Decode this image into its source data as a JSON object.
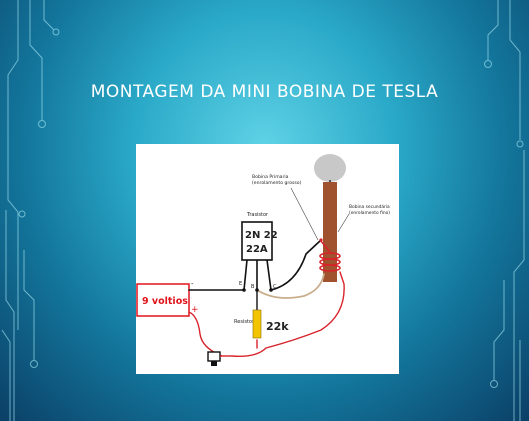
{
  "slide": {
    "title": "MONTAGEM DA MINI BOBINA DE TESLA"
  },
  "diagram": {
    "battery_label": "9 voltios",
    "battery_minus": "-",
    "battery_plus": "+",
    "transistor_title": "Trasistor",
    "transistor_line1": "2N 22",
    "transistor_line2": "22A",
    "pin_e": "E",
    "pin_b": "B",
    "pin_c": "C",
    "primary_label_1": "Bobina Primaria",
    "primary_label_2": "(enrolamento grosso)",
    "secondary_label_1": "Bobina secundária",
    "secondary_label_2": "(enrolamento fino)",
    "resistor_title": "Resistor",
    "resistor_value": "22k",
    "colors": {
      "battery_red": "#e0141b",
      "wire_red": "#d8232a",
      "wire_tan": "#c9ae8c",
      "coil_brown": "#a0512e",
      "resistor_yellow": "#f2c500",
      "top_sphere": "#c8c8c8"
    }
  }
}
